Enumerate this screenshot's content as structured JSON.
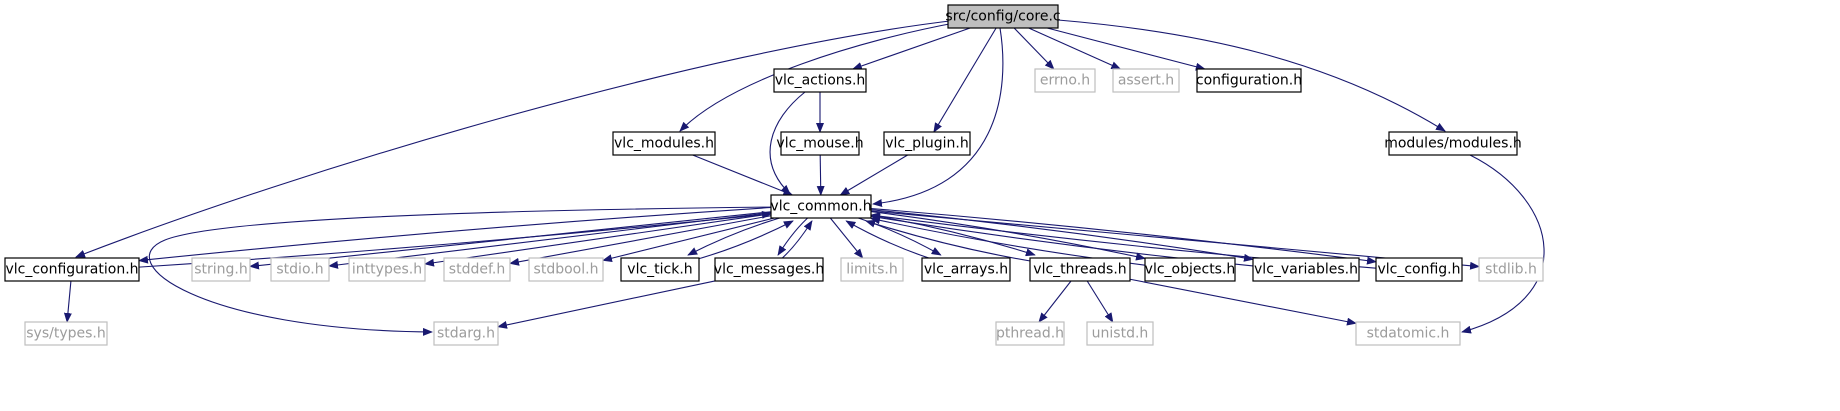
{
  "diagram": {
    "type": "include-dependency-graph",
    "colors": {
      "edge": "#191970",
      "root_fill": "#bfbfbf",
      "node_fill": "#ffffff",
      "documented_border": "#000000",
      "undocumented_border": "#bfbfbf",
      "documented_text": "#000000",
      "undocumented_text": "#9c9c9c"
    },
    "nodes": [
      {
        "id": "core",
        "label": "src/config/core.c",
        "kind": "root"
      },
      {
        "id": "actions",
        "label": "vlc_actions.h",
        "kind": "documented"
      },
      {
        "id": "errno",
        "label": "errno.h",
        "kind": "undocumented"
      },
      {
        "id": "assert",
        "label": "assert.h",
        "kind": "undocumented"
      },
      {
        "id": "configuration_h",
        "label": "configuration.h",
        "kind": "documented"
      },
      {
        "id": "modules_h",
        "label": "vlc_modules.h",
        "kind": "documented"
      },
      {
        "id": "mouse",
        "label": "vlc_mouse.h",
        "kind": "documented"
      },
      {
        "id": "plugin",
        "label": "vlc_plugin.h",
        "kind": "documented"
      },
      {
        "id": "modmod",
        "label": "modules/modules.h",
        "kind": "documented"
      },
      {
        "id": "common",
        "label": "vlc_common.h",
        "kind": "documented"
      },
      {
        "id": "vconf",
        "label": "vlc_configuration.h",
        "kind": "documented"
      },
      {
        "id": "string",
        "label": "string.h",
        "kind": "undocumented"
      },
      {
        "id": "stdio",
        "label": "stdio.h",
        "kind": "undocumented"
      },
      {
        "id": "inttypes",
        "label": "inttypes.h",
        "kind": "undocumented"
      },
      {
        "id": "stddef",
        "label": "stddef.h",
        "kind": "undocumented"
      },
      {
        "id": "stdbool",
        "label": "stdbool.h",
        "kind": "undocumented"
      },
      {
        "id": "tick",
        "label": "vlc_tick.h",
        "kind": "documented"
      },
      {
        "id": "messages",
        "label": "vlc_messages.h",
        "kind": "documented"
      },
      {
        "id": "limits",
        "label": "limits.h",
        "kind": "undocumented"
      },
      {
        "id": "arrays",
        "label": "vlc_arrays.h",
        "kind": "documented"
      },
      {
        "id": "threads",
        "label": "vlc_threads.h",
        "kind": "documented"
      },
      {
        "id": "objects",
        "label": "vlc_objects.h",
        "kind": "documented"
      },
      {
        "id": "variables",
        "label": "vlc_variables.h",
        "kind": "documented"
      },
      {
        "id": "config",
        "label": "vlc_config.h",
        "kind": "documented"
      },
      {
        "id": "stdlib",
        "label": "stdlib.h",
        "kind": "undocumented"
      },
      {
        "id": "systypes",
        "label": "sys/types.h",
        "kind": "undocumented"
      },
      {
        "id": "stdarg",
        "label": "stdarg.h",
        "kind": "undocumented"
      },
      {
        "id": "pthread",
        "label": "pthread.h",
        "kind": "undocumented"
      },
      {
        "id": "unistd",
        "label": "unistd.h",
        "kind": "undocumented"
      },
      {
        "id": "stdatomic",
        "label": "stdatomic.h",
        "kind": "undocumented"
      }
    ],
    "edges": [
      {
        "from": "core",
        "to": "vconf"
      },
      {
        "from": "core",
        "to": "modules_h"
      },
      {
        "from": "core",
        "to": "actions"
      },
      {
        "from": "core",
        "to": "plugin"
      },
      {
        "from": "core",
        "to": "common"
      },
      {
        "from": "core",
        "to": "errno"
      },
      {
        "from": "core",
        "to": "assert"
      },
      {
        "from": "core",
        "to": "configuration_h"
      },
      {
        "from": "core",
        "to": "modmod"
      },
      {
        "from": "actions",
        "to": "mouse"
      },
      {
        "from": "actions",
        "to": "common"
      },
      {
        "from": "mouse",
        "to": "common"
      },
      {
        "from": "modules_h",
        "to": "common"
      },
      {
        "from": "plugin",
        "to": "common"
      },
      {
        "from": "modmod",
        "to": "stdatomic"
      },
      {
        "from": "common",
        "to": "vconf"
      },
      {
        "from": "common",
        "to": "string"
      },
      {
        "from": "common",
        "to": "stdio"
      },
      {
        "from": "common",
        "to": "inttypes"
      },
      {
        "from": "common",
        "to": "stddef"
      },
      {
        "from": "common",
        "to": "stdbool"
      },
      {
        "from": "common",
        "to": "tick"
      },
      {
        "from": "common",
        "to": "messages"
      },
      {
        "from": "common",
        "to": "limits"
      },
      {
        "from": "common",
        "to": "arrays"
      },
      {
        "from": "common",
        "to": "threads"
      },
      {
        "from": "common",
        "to": "objects"
      },
      {
        "from": "common",
        "to": "variables"
      },
      {
        "from": "common",
        "to": "config"
      },
      {
        "from": "common",
        "to": "stdlib"
      },
      {
        "from": "common",
        "to": "stdarg"
      },
      {
        "from": "vconf",
        "to": "common"
      },
      {
        "from": "vconf",
        "to": "systypes"
      },
      {
        "from": "tick",
        "to": "common"
      },
      {
        "from": "messages",
        "to": "common"
      },
      {
        "from": "messages",
        "to": "stdarg"
      },
      {
        "from": "arrays",
        "to": "common"
      },
      {
        "from": "threads",
        "to": "common"
      },
      {
        "from": "threads",
        "to": "pthread"
      },
      {
        "from": "threads",
        "to": "unistd"
      },
      {
        "from": "threads",
        "to": "stdatomic"
      },
      {
        "from": "objects",
        "to": "common"
      },
      {
        "from": "variables",
        "to": "common"
      },
      {
        "from": "config",
        "to": "common"
      }
    ]
  }
}
